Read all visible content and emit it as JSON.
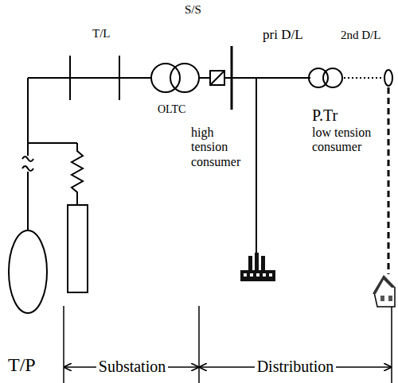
{
  "diagram": {
    "labels": [
      "S/S",
      "T/L",
      "pri D/L",
      "2nd D/L",
      "OLTC",
      "P.Tr",
      "high tension consumer",
      "low tension consumer",
      "T/P",
      "Substation",
      "Distribution"
    ]
  }
}
